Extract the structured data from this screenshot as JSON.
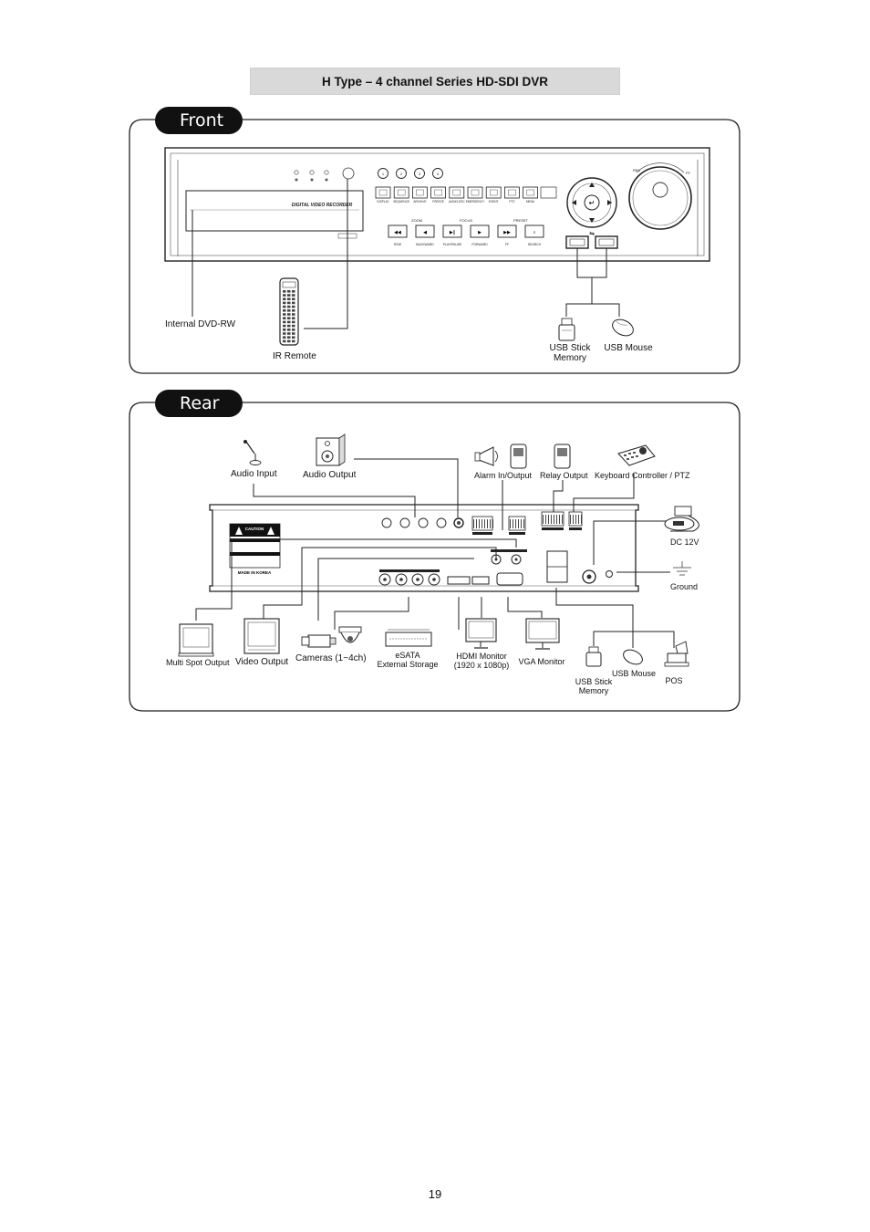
{
  "title": "H Type – 4 channel Series HD-SDI DVR",
  "front": {
    "tab_label": "Front",
    "panel_text": "DIGITAL VIDEO RECORDER",
    "button_labels": [
      "DISPLAY",
      "SEQUENCE",
      "ARCHIVE",
      "FREEZE",
      "AUDIO-ESC",
      "EMERGENCY",
      "EVENT",
      "PTZ",
      "MENU"
    ],
    "channel_buttons": [
      "1",
      "2",
      "3",
      "4"
    ],
    "playback_labels": [
      "REW",
      "BACKWARD",
      "PLAY/PAUSE",
      "FORWARD",
      "FF",
      "SEARCH"
    ],
    "ptz_labels": [
      "ZOOM",
      "FOCUS",
      "PRESET"
    ],
    "jog_labels": [
      "REV",
      "FF"
    ],
    "labels": {
      "dvd": "Internal DVD-RW",
      "ir_remote": "IR Remote",
      "usb_stick_line1": "USB Stick",
      "usb_stick_line2": "Memory",
      "usb_mouse": "USB Mouse"
    }
  },
  "rear": {
    "tab_label": "Rear",
    "caution_title": "CAUTION",
    "made_in": "MADE IN KOREA",
    "labels": {
      "audio_input": "Audio Input",
      "audio_output": "Audio Output",
      "alarm_io": "Alarm In/Output",
      "relay_output": "Relay Output",
      "keyboard": "Keyboard Controller / PTZ",
      "dc12v": "DC 12V",
      "ground": "Ground",
      "multi_spot": "Multi Spot Output",
      "video_output": "Video Output",
      "cameras": "Cameras (1~4ch)",
      "esata_line1": "eSATA",
      "esata_line2": "External Storage",
      "hdmi_line1": "HDMI Monitor",
      "hdmi_line2": "(1920 x 1080p)",
      "vga": "VGA Monitor",
      "usb_stick_line1": "USB Stick",
      "usb_stick_line2": "Memory",
      "usb_mouse": "USB Mouse",
      "pos": "POS"
    }
  },
  "page_number": "19"
}
